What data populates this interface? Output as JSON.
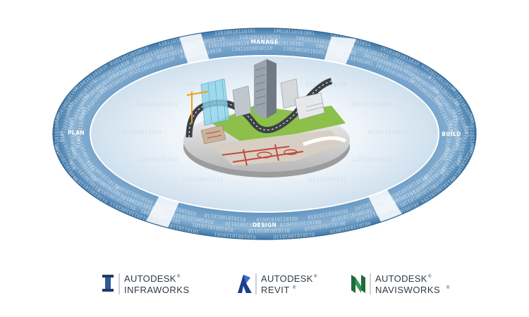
{
  "cycle": {
    "phases": {
      "manage": "MANAGE",
      "build": "BUILD",
      "design": "DESIGN",
      "plan": "PLAN"
    },
    "binary_text": "0101011011010010110101001011010100101101010",
    "colors": {
      "ring_dark": "#3f78a8",
      "ring_mid": "#6e9dc4",
      "ring_light": "#b9d1e5",
      "glow": "#e4eef6"
    }
  },
  "logos": [
    {
      "brand": "AUTODESK",
      "product": "INFRAWORKS",
      "icon": "infraworks-logo-icon",
      "color": "#1f3a66"
    },
    {
      "brand": "AUTODESK",
      "product": "REVIT",
      "icon": "revit-logo-icon",
      "color": "#1d3f8a"
    },
    {
      "brand": "AUTODESK",
      "product": "NAVISWORKS",
      "icon": "navisworks-logo-icon",
      "color": "#1f6b3a"
    }
  ],
  "trademark": "®"
}
